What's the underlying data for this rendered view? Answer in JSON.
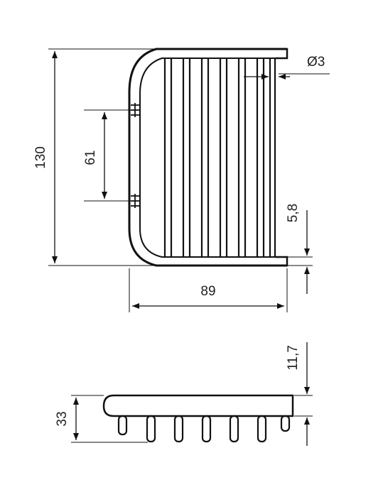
{
  "colors": {
    "line": "#111111",
    "background": "#ffffff"
  },
  "dimensions": {
    "height_total": "130",
    "mount_spacing": "61",
    "rod_diameter": "Ø3",
    "lip_height": "5,8",
    "width_total": "89",
    "side_rail_height": "11,7",
    "profile_depth": "33"
  }
}
